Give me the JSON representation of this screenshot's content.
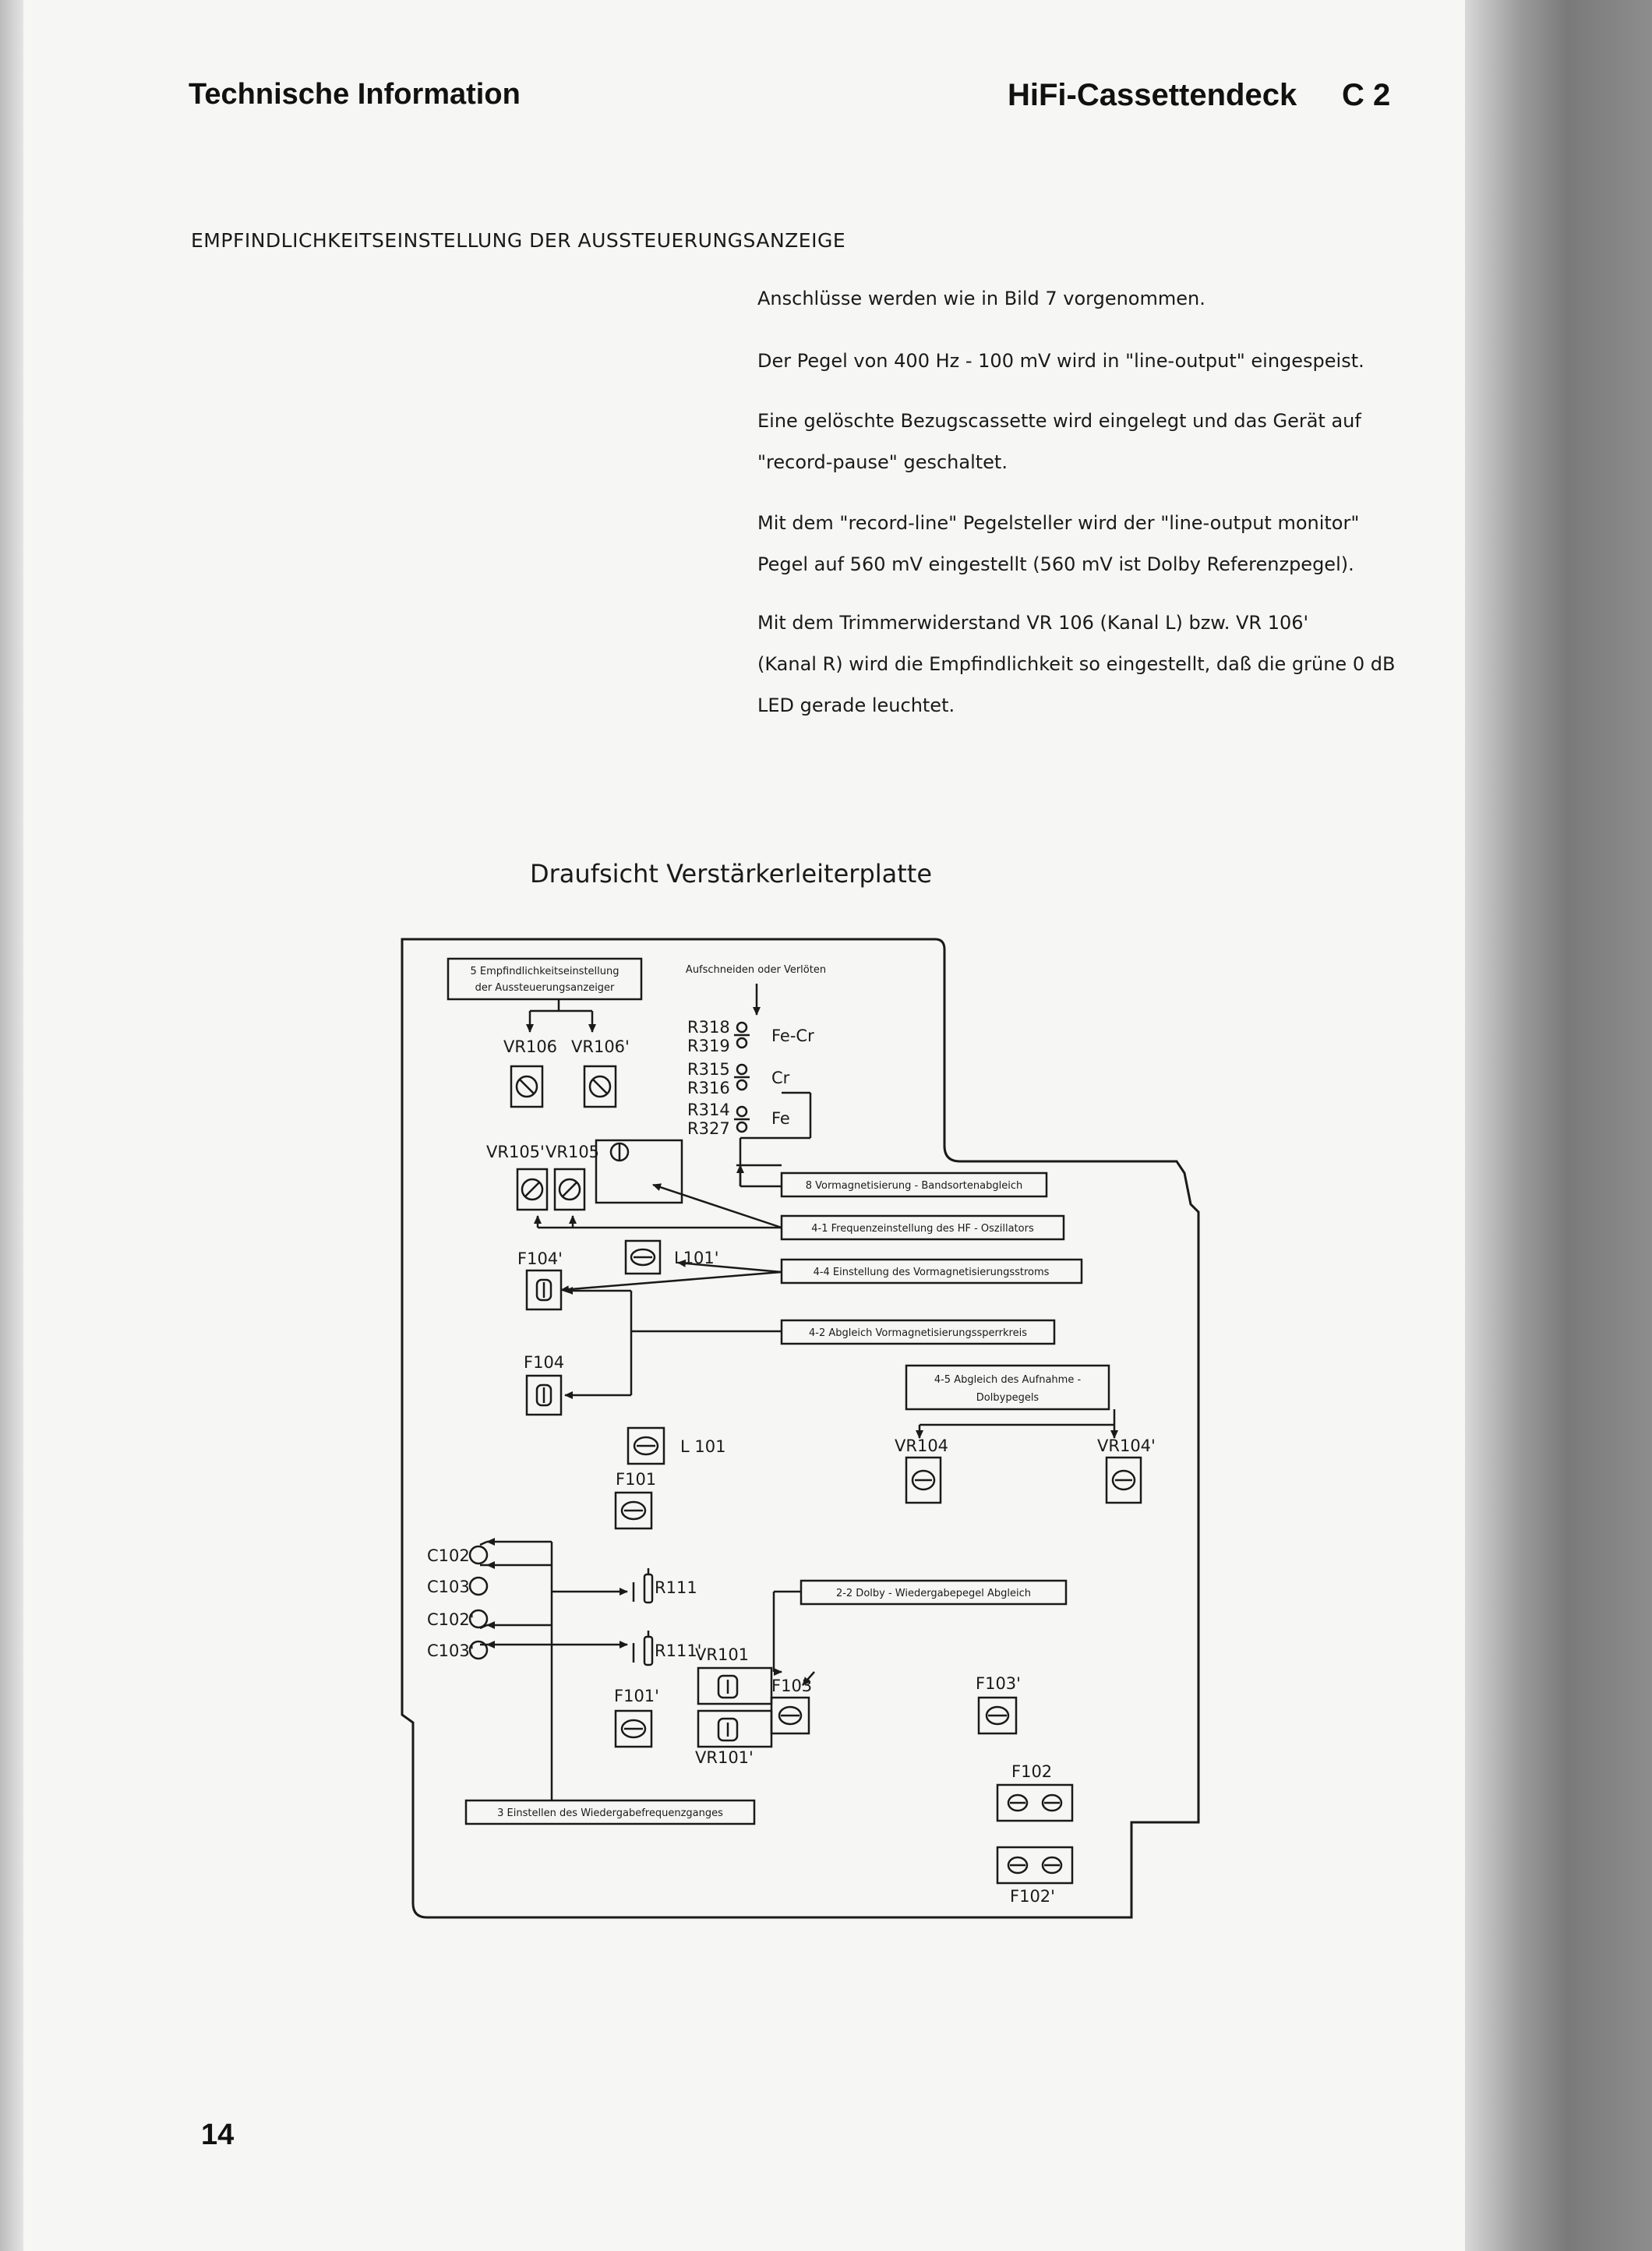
{
  "header": {
    "left": "Technische Information",
    "right": "HiFi-Cassettendeck",
    "code": "C 2"
  },
  "section_title": "EMPFINDLICHKEITSEINSTELLUNG DER AUSSTEUERUNGSANZEIGE",
  "paragraphs": [
    "Anschlüsse werden wie in Bild 7 vorgenommen.",
    "Der Pegel von 400 Hz - 100 mV wird in \"line-output\" eingespeist.",
    "Eine gelöschte Bezugscassette wird eingelegt und das Gerät auf\n\"record-pause\" geschaltet.",
    "Mit dem \"record-line\" Pegelsteller wird der \"line-output monitor\"\nPegel auf 560 mV eingestellt (560 mV ist Dolby Referenzpegel).",
    "Mit dem Trimmerwiderstand VR 106 (Kanal L) bzw. VR 106'\n(Kanal R) wird die Empfindlichkeit so eingestellt, daß die grüne 0 dB\nLED gerade leuchtet."
  ],
  "diagram": {
    "title": "Draufsicht Verstärkerleiterplatte",
    "boxes": {
      "box5_line1": "5  Empfindlichkeitseinstellung",
      "box5_line2": "der Aussteuerungsanzeiger",
      "box8": "8  Vormagnetisierung - Bandsortenabgleich",
      "box41": "4-1  Frequenzeinstellung des HF - Oszillators",
      "box44": "4-4  Einstellung des Vormagnetisierungsstroms",
      "box42": "4-2  Abgleich Vormagnetisierungssperrkreis",
      "box45_line1": "4-5  Abgleich des Aufnahme -",
      "box45_line2": "Dolbypegels",
      "box22": "2-2  Dolby - Wiedergabepegel Abgleich",
      "box3": "3  Einstellen des Wiedergabefrequenzganges"
    },
    "cut_label": "Aufschneiden oder Verlöten",
    "labels": {
      "vr106": "VR106",
      "vr106p": "VR106'",
      "vr105p": "VR105'",
      "vr105": "VR105",
      "f104p": "F104'",
      "l101p": "L101'",
      "f104": "F104",
      "l101": "L 101",
      "f101": "F101",
      "vr104": "VR104",
      "vr104p": "VR104'",
      "c102": "C102",
      "c103": "C103",
      "c102p": "C102'",
      "c103p": "C103'",
      "r111": "R111",
      "r111p": "R111'",
      "vr101": "VR101",
      "vr101p": "VR101'",
      "f103": "F103",
      "f103p": "F103'",
      "f101p": "F101'",
      "f102": "F102",
      "f102p": "F102'",
      "r318": "R318",
      "r319": "R319",
      "r315": "R315",
      "r316": "R316",
      "r314": "R314",
      "r327": "R327",
      "fecr": "Fe-Cr",
      "cr": "Cr",
      "fe": "Fe"
    }
  },
  "page_number": "14"
}
